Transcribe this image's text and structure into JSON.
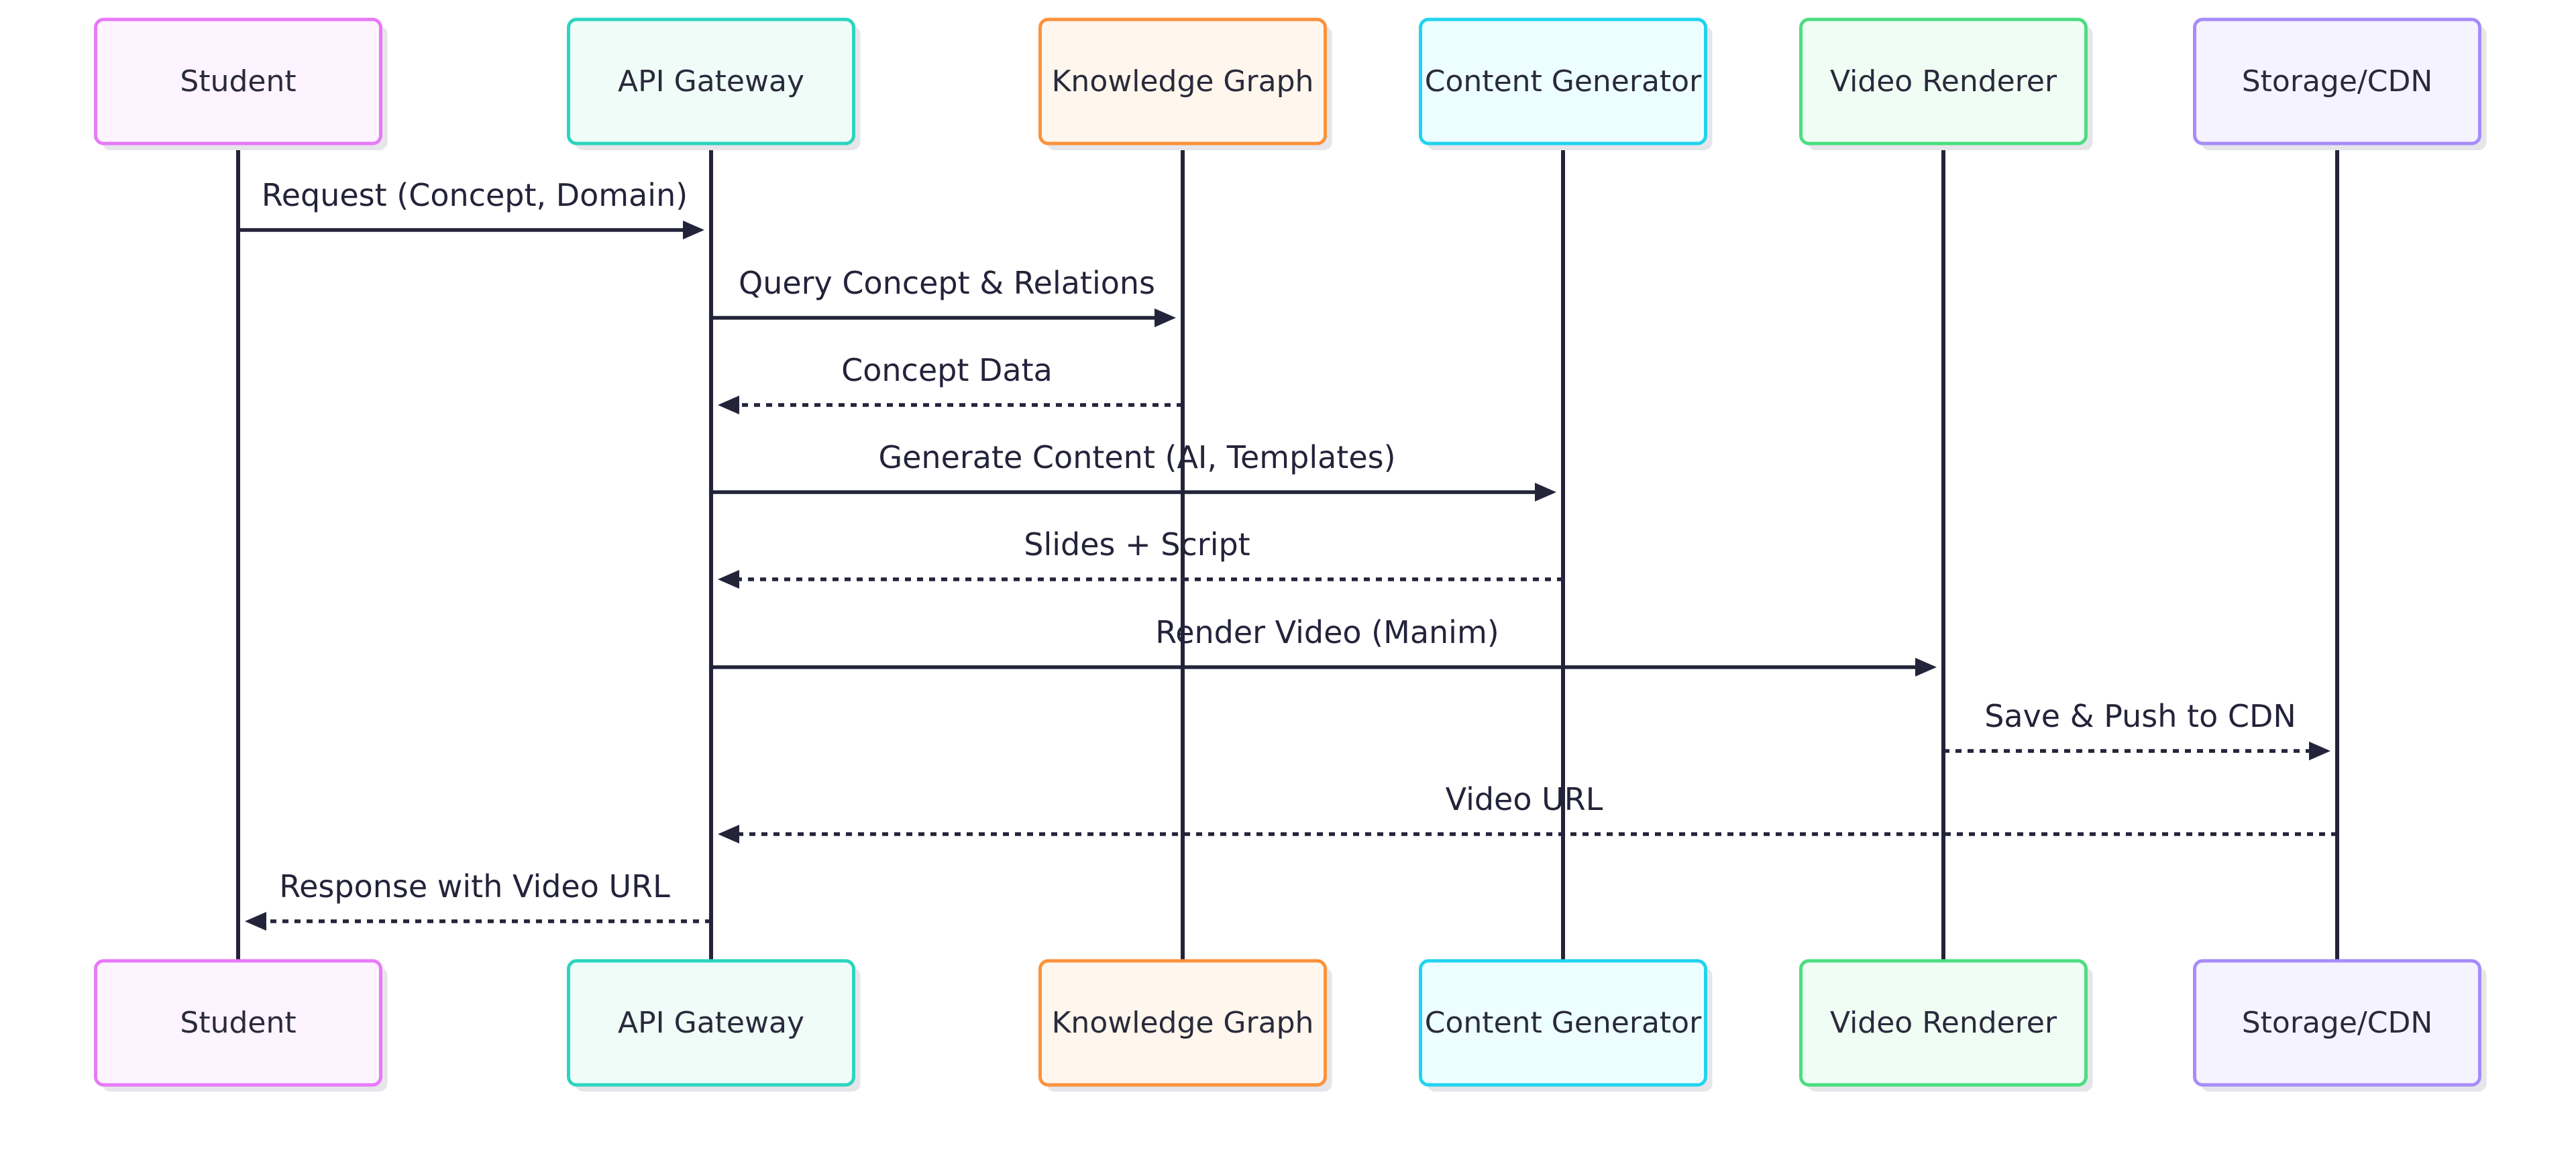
{
  "participants": [
    {
      "id": "student",
      "label": "Student",
      "color": "#e879f9",
      "fill": "#fdf4ff"
    },
    {
      "id": "gateway",
      "label": "API Gateway",
      "color": "#2dd4bf",
      "fill": "#effcf8"
    },
    {
      "id": "kg",
      "label": "Knowledge Graph",
      "color": "#fb923c",
      "fill": "#fff7ed"
    },
    {
      "id": "generator",
      "label": "Content Generator",
      "color": "#22d3ee",
      "fill": "#ecfeff"
    },
    {
      "id": "renderer",
      "label": "Video Renderer",
      "color": "#4ade80",
      "fill": "#f0fdf4"
    },
    {
      "id": "storage",
      "label": "Storage/CDN",
      "color": "#a78bfa",
      "fill": "#f5f3ff"
    }
  ],
  "messages": [
    {
      "from": "student",
      "to": "gateway",
      "label": "Request (Concept, Domain)",
      "style": "solid"
    },
    {
      "from": "gateway",
      "to": "kg",
      "label": "Query Concept & Relations",
      "style": "solid"
    },
    {
      "from": "kg",
      "to": "gateway",
      "label": "Concept Data",
      "style": "dashed"
    },
    {
      "from": "gateway",
      "to": "generator",
      "label": "Generate Content (AI, Templates)",
      "style": "solid"
    },
    {
      "from": "generator",
      "to": "gateway",
      "label": "Slides + Script",
      "style": "dashed"
    },
    {
      "from": "gateway",
      "to": "renderer",
      "label": "Render Video (Manim)",
      "style": "solid"
    },
    {
      "from": "renderer",
      "to": "storage",
      "label": "Save & Push to CDN",
      "style": "dashed"
    },
    {
      "from": "storage",
      "to": "gateway",
      "label": "Video URL",
      "style": "dashed"
    },
    {
      "from": "gateway",
      "to": "student",
      "label": "Response with Video URL",
      "style": "dashed"
    }
  ],
  "colors": {
    "line": "#23233a",
    "text": "#2a2a3c"
  }
}
